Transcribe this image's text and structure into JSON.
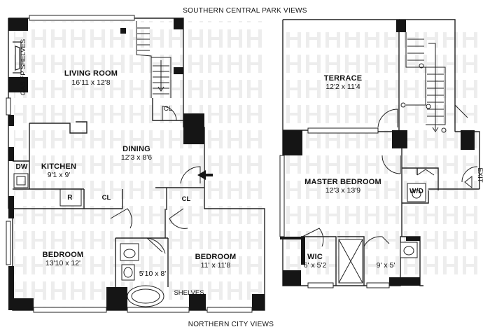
{
  "views": {
    "top": "SOUTHERN CENTRAL PARK VIEWS",
    "bottom": "NORTHERN CITY VIEWS"
  },
  "rooms": {
    "living_room": {
      "name": "LIVING ROOM",
      "dims": "16'11 x 12'8"
    },
    "dining": {
      "name": "DINING",
      "dims": "12'3 x 8'6"
    },
    "kitchen": {
      "name": "KITCHEN",
      "dims": "9'1 x 9'"
    },
    "bedroom_1": {
      "name": "BEDROOM",
      "dims": "13'10 x 12'"
    },
    "bedroom_2": {
      "name": "BEDROOM",
      "dims": "11' x 11'8"
    },
    "bath_1": {
      "dims": "5'10 x 8'"
    },
    "terrace": {
      "name": "TERRACE",
      "dims": "12'2 x 11'4"
    },
    "master_bedroom": {
      "name": "MASTER BEDROOM",
      "dims": "12'3 x 13'9"
    },
    "wic": {
      "name": "WIC",
      "dims": "6' x 5'2"
    },
    "master_bath": {
      "dims": "9' x 5'"
    }
  },
  "fixtures": {
    "cl": "CL",
    "dw": "DW",
    "r": "R",
    "wd": "W/D",
    "gas_fp_shelves": "GAS FP SHELVES",
    "shelves": "SHELVES",
    "exit": "EXIT"
  },
  "colors": {
    "wall": "#151515",
    "line": "#222222",
    "watermark": "#ececec"
  }
}
